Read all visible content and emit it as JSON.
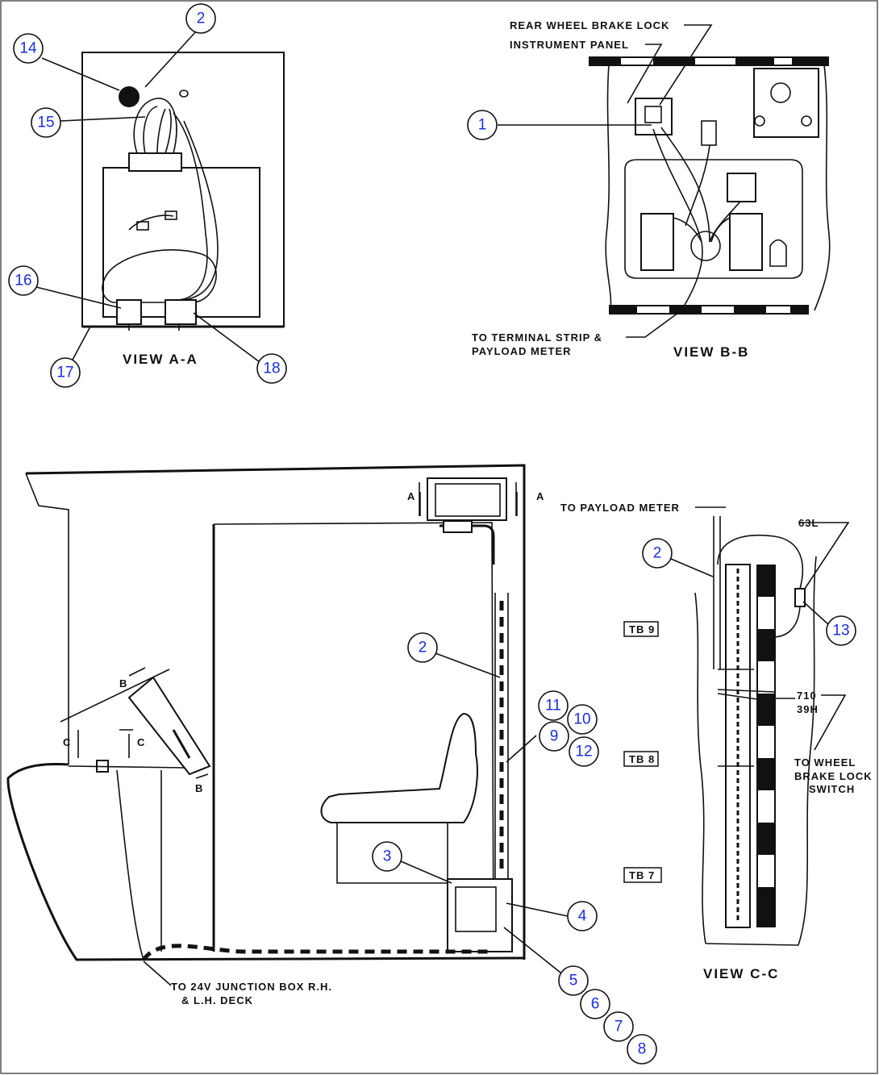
{
  "view_titles": {
    "view_a": "VIEW A-A",
    "view_b": "VIEW B-B",
    "view_c": "VIEW C-C"
  },
  "labels": {
    "rear_wheel_brake_lock": "REAR WHEEL BRAKE LOCK",
    "instrument_panel": "INSTRUMENT PANEL",
    "to_terminal_strip_1": "TO TERMINAL STRIP &",
    "to_terminal_strip_2": "PAYLOAD METER",
    "to_payload_meter": "TO PAYLOAD METER",
    "wire_63l": "63L",
    "wire_710": "710",
    "wire_39h": "39H",
    "to_wheel_brake_1": "TO WHEEL",
    "to_wheel_brake_2": "BRAKE LOCK",
    "to_wheel_brake_3": "SWITCH",
    "tb9": "TB 9",
    "tb8": "TB 8",
    "tb7": "TB 7",
    "junction_1": "TO 24V JUNCTION BOX R.H.",
    "junction_2": "& L.H. DECK",
    "section_a_left": "A",
    "section_a_right": "A",
    "section_b_top": "B",
    "section_b_bottom": "B",
    "section_c_left": "C",
    "section_c_right": "C"
  },
  "callouts": [
    "1",
    "2",
    "3",
    "4",
    "5",
    "6",
    "7",
    "8",
    "9",
    "10",
    "11",
    "12",
    "13",
    "14",
    "15",
    "16",
    "17",
    "18"
  ],
  "colors": {
    "line": "#111111",
    "callout_number": "#1a2ee0",
    "background": "#ffffff"
  }
}
